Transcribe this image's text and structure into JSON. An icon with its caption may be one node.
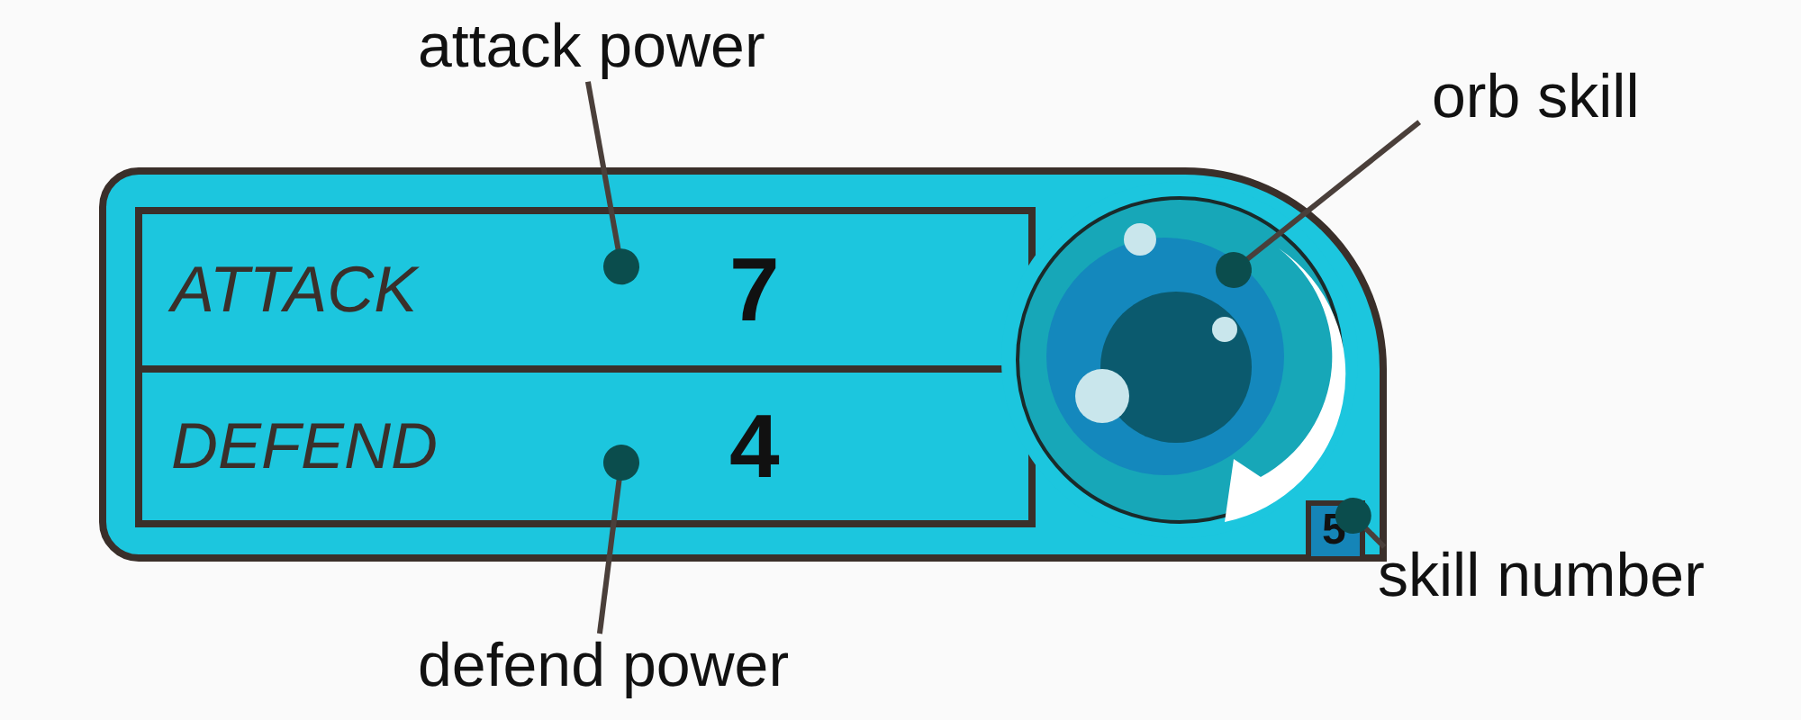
{
  "diagram": {
    "nodes": [
      {
        "text": [
          "attack power"
        ]
      },
      {
        "text": [
          "orb skill"
        ]
      },
      {
        "text": [],
        "shape": "box"
      },
      {
        "text": [
          "ATTACK",
          "7"
        ],
        "in": 2
      },
      {
        "text": [
          "DEFEND",
          "4"
        ],
        "in": 2
      },
      {
        "text": [
          "5"
        ],
        "in": 2
      },
      {
        "text": [],
        "shape": "circle",
        "in": 2
      },
      {
        "text": [
          "skill number"
        ]
      },
      {
        "text": [
          "defend power"
        ]
      }
    ],
    "edges": [
      {
        "from": 0,
        "to": 3,
        "arrow": "other"
      },
      {
        "from": 1,
        "to": 6,
        "arrow": "other"
      },
      {
        "from": 7,
        "to": 5,
        "arrow": "other"
      },
      {
        "from": 8,
        "to": 4,
        "arrow": "other"
      }
    ]
  }
}
